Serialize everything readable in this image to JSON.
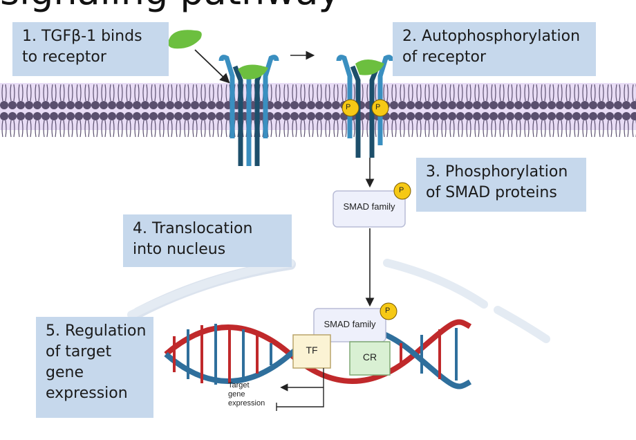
{
  "header": {
    "title_fragment": "signaling pathway"
  },
  "steps": [
    {
      "lines": [
        "1. TGFβ-1 binds",
        "to receptor"
      ]
    },
    {
      "lines": [
        "2. Autophosphorylation",
        "of receptor"
      ]
    },
    {
      "lines": [
        "3. Phosphorylation",
        "of SMAD proteins"
      ]
    },
    {
      "lines": [
        "4. Translocation",
        "into nucleus"
      ]
    },
    {
      "lines": [
        "5. Regulation",
        "of target",
        "gene",
        "expression"
      ]
    }
  ],
  "labels": {
    "smad_family": "SMAD family",
    "phospho": "P",
    "tf": "TF",
    "cr": "CR",
    "target_gene_expression": [
      "Target",
      "gene",
      "expression"
    ]
  },
  "colors": {
    "membrane_fill": "#e8dcf5",
    "membrane_head": "#5a4f6e",
    "receptor_light": "#3a8fc0",
    "receptor_dark": "#1d4f6b",
    "ligand": "#6cbf3f",
    "phospho": "#f6c915",
    "box_bg": "#c6d8ec",
    "dna_red": "#c0292b",
    "dna_blue": "#2f6f9c",
    "tf_box": "#fbf3d4",
    "cr_box": "#d9f0d3",
    "smad_box": "#eef0fb"
  }
}
